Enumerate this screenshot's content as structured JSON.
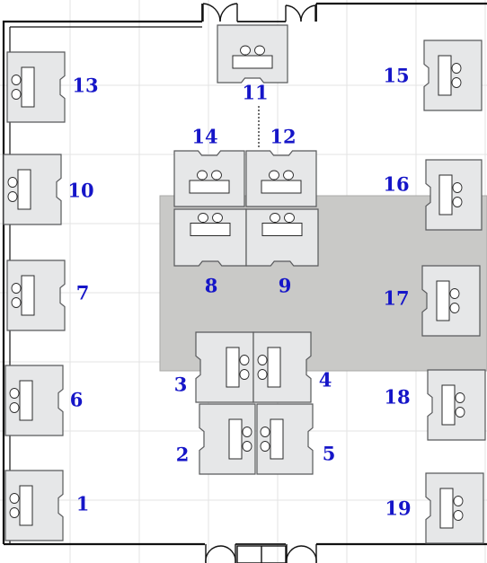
{
  "colors": {
    "label": "#1515c8",
    "grid": "#e3e3e3",
    "wall": "#111111",
    "booth_fill": "#e6e7e8",
    "booth_stroke": "#58595b",
    "carpet": "#c9c9c7"
  },
  "booth_labels": [
    "1",
    "2",
    "3",
    "4",
    "5",
    "6",
    "7",
    "8",
    "9",
    "10",
    "11",
    "12",
    "13",
    "14",
    "15",
    "16",
    "17",
    "18",
    "19"
  ]
}
